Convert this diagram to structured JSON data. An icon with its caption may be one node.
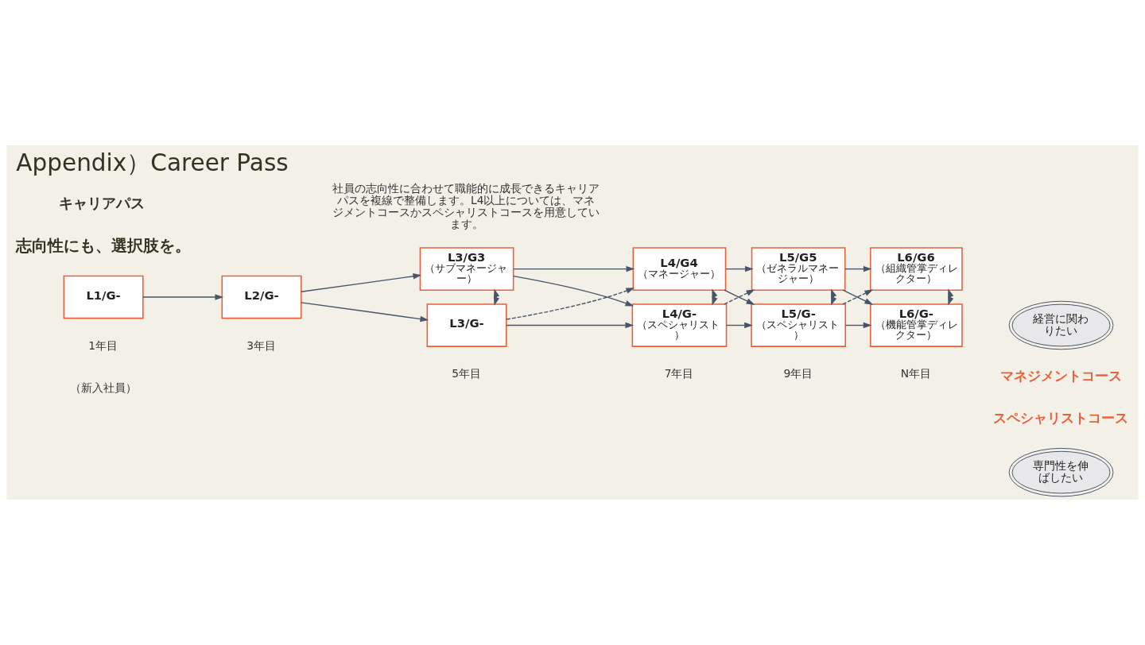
{
  "diagram": {
    "title": "Appendix）Career Pass",
    "nodes": [
      {
        "text": [
          "L1/G-"
        ]
      },
      {
        "text": [
          "L2/G-"
        ]
      },
      {
        "text": [
          "L3/G3",
          "（サブマネージャー）"
        ]
      },
      {
        "text": [
          "L3/G-"
        ]
      },
      {
        "text": [
          "L4/G4",
          "（マネージャー）"
        ]
      },
      {
        "text": [
          "L4/G-",
          "（スペシャリスト）"
        ]
      },
      {
        "text": [
          "L5/G5",
          "（ゼネラルマネージャー）"
        ]
      },
      {
        "text": [
          "L5/G-",
          "（スペシャリスト）"
        ]
      },
      {
        "text": [
          "L6/G6",
          "（組織管掌ディレクター）"
        ]
      },
      {
        "text": [
          "L6/G-",
          "（機能管掌ディレクター）"
        ]
      },
      {
        "text": [
          "経営に関わりたい"
        ]
      },
      {
        "text": [
          "専門性を伸ばしたい"
        ]
      }
    ],
    "edges": [
      {
        "from": 0,
        "to": 1,
        "arrow": "to"
      },
      {
        "from": 1,
        "to": 2,
        "arrow": "to"
      },
      {
        "from": 1,
        "to": 3,
        "arrow": "to"
      },
      {
        "from": 2,
        "to": 3,
        "arrow": "both"
      },
      {
        "from": 2,
        "to": 4,
        "arrow": "to"
      },
      {
        "from": 2,
        "to": 5,
        "arrow": "to"
      },
      {
        "from": 3,
        "to": 5,
        "arrow": "to"
      },
      {
        "from": 3,
        "to": 4,
        "arrow": "to",
        "style": "dashed"
      },
      {
        "from": 4,
        "to": 5,
        "arrow": "both"
      },
      {
        "from": 4,
        "to": 6,
        "arrow": "to"
      },
      {
        "from": 4,
        "to": 7,
        "arrow": "to"
      },
      {
        "from": 5,
        "to": 7,
        "arrow": "to"
      },
      {
        "from": 5,
        "to": 6,
        "arrow": "to",
        "style": "dashed"
      },
      {
        "from": 6,
        "to": 7,
        "arrow": "both"
      },
      {
        "from": 6,
        "to": 8,
        "arrow": "to"
      },
      {
        "from": 6,
        "to": 9,
        "arrow": "to"
      },
      {
        "from": 7,
        "to": 9,
        "arrow": "to"
      },
      {
        "from": 7,
        "to": 8,
        "arrow": "to",
        "style": "dashed"
      },
      {
        "from": 8,
        "to": 9,
        "arrow": "both"
      }
    ],
    "labels": [
      "キャリアパス",
      "志向性にも、選択肢を。",
      "社員の志向性に合わせて職能的に成長できるキャリアパスを複線で整備します。L4以上については、マネジメントコースかスペシャリストコースを用意しています。",
      "マネジメントコース",
      "スペシャリストコース",
      "1年目",
      "（新入社員）",
      "3年目",
      "5年目",
      "7年目",
      "9年目",
      "N年目"
    ]
  }
}
